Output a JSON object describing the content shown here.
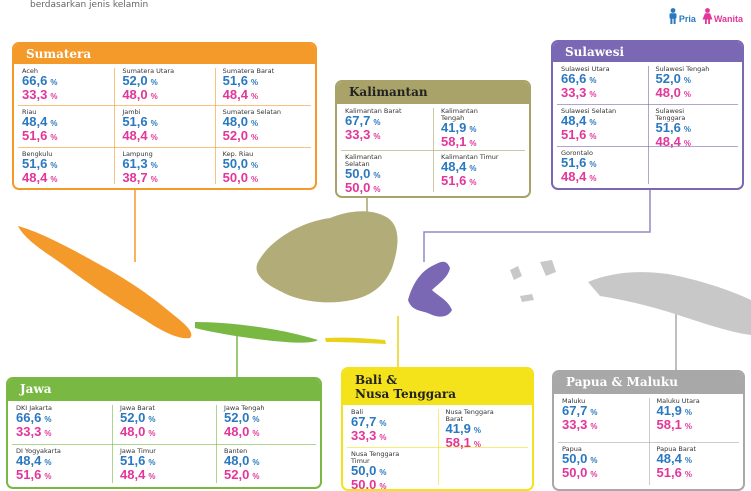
{
  "caption": "berdasarkan jenis kelamin",
  "legend": {
    "male": "Pria",
    "female": "Wanita",
    "male_color": "#2a78c0",
    "female_color": "#e2369a"
  },
  "chart_data": {
    "type": "table",
    "series_names": [
      "Pria",
      "Wanita"
    ],
    "unit": "%",
    "regions": [
      {
        "name": "Sumatera",
        "color": "#f39a2a",
        "provinces": [
          {
            "name": "Aceh",
            "male": "66,6",
            "female": "33,3"
          },
          {
            "name": "Sumatera Utara",
            "male": "52,0",
            "female": "48,0"
          },
          {
            "name": "Sumatera Barat",
            "male": "51,6",
            "female": "48,4"
          },
          {
            "name": "Riau",
            "male": "48,4",
            "female": "51,6"
          },
          {
            "name": "Jambi",
            "male": "51,6",
            "female": "48,4"
          },
          {
            "name": "Sumatera Selatan",
            "male": "48,0",
            "female": "52,0"
          },
          {
            "name": "Bengkulu",
            "male": "51,6",
            "female": "48,4"
          },
          {
            "name": "Lampung",
            "male": "61,3",
            "female": "38,7"
          },
          {
            "name": "Kep. Riau",
            "male": "50,0",
            "female": "50,0"
          }
        ]
      },
      {
        "name": "Kalimantan",
        "color": "#a9a36a",
        "provinces": [
          {
            "name": "Kalimantan Barat",
            "male": "67,7",
            "female": "33,3"
          },
          {
            "name": "Kalimantan Tengah",
            "male": "41,9",
            "female": "58,1"
          },
          {
            "name": "Kalimantan Selatan",
            "male": "50,0",
            "female": "50,0"
          },
          {
            "name": "Kalimantan Timur",
            "male": "48,4",
            "female": "51,6"
          }
        ]
      },
      {
        "name": "Sulawesi",
        "color": "#7a68b4",
        "provinces": [
          {
            "name": "Sulawesi Utara",
            "male": "66,6",
            "female": "33,3"
          },
          {
            "name": "Sulawesi Tengah",
            "male": "52,0",
            "female": "48,0"
          },
          {
            "name": "Sulawesi Selatan",
            "male": "48,4",
            "female": "51,6"
          },
          {
            "name": "Sulawesi Tenggara",
            "male": "51,6",
            "female": "48,4"
          },
          {
            "name": "Gorontalo",
            "male": "51,6",
            "female": "48,4"
          }
        ]
      },
      {
        "name": "Jawa",
        "color": "#79b843",
        "provinces": [
          {
            "name": "DKI Jakarta",
            "male": "66,6",
            "female": "33,3"
          },
          {
            "name": "Jawa Barat",
            "male": "52,0",
            "female": "48,0"
          },
          {
            "name": "Jawa Tengah",
            "male": "52,0",
            "female": "48,0"
          },
          {
            "name": "DI Yogyakarta",
            "male": "48,4",
            "female": "51,6"
          },
          {
            "name": "Jawa Timur",
            "male": "51,6",
            "female": "48,4"
          },
          {
            "name": "Banten",
            "male": "48,0",
            "female": "52,0"
          }
        ]
      },
      {
        "name": "Bali &\nNusa Tenggara",
        "color": "#f4e21a",
        "provinces": [
          {
            "name": "Bali",
            "male": "67,7",
            "female": "33,3"
          },
          {
            "name": "Nusa Tenggara Barat",
            "male": "41,9",
            "female": "58,1"
          },
          {
            "name": "Nusa Tenggara Timur",
            "male": "50,0",
            "female": "50,0"
          }
        ]
      },
      {
        "name": "Papua & Maluku",
        "color": "#a8a8a8",
        "provinces": [
          {
            "name": "Maluku",
            "male": "67,7",
            "female": "33,3"
          },
          {
            "name": "Maluku Utara",
            "male": "41,9",
            "female": "58,1"
          },
          {
            "name": "Papua",
            "male": "50,0",
            "female": "50,0"
          },
          {
            "name": "Papua Barat",
            "male": "48,4",
            "female": "51,6"
          }
        ]
      }
    ]
  }
}
